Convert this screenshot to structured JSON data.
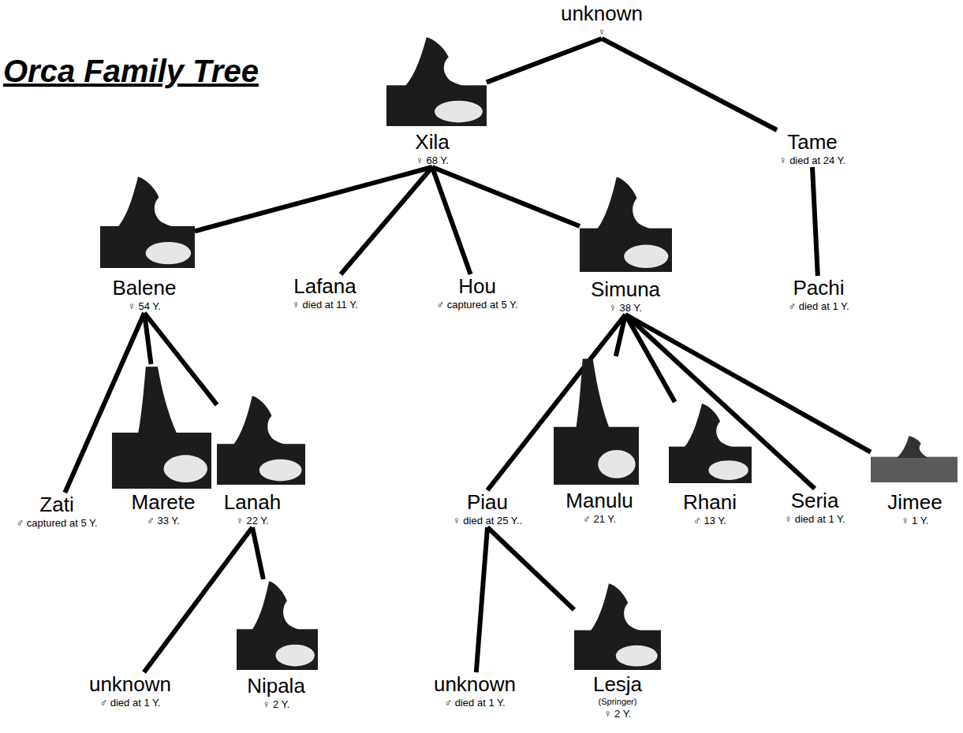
{
  "diagram": {
    "title": "Orca Family Tree",
    "nodes": [
      {
        "text": [
          "unknown",
          "♀"
        ]
      },
      {
        "text": [
          "Xila",
          "♀ 68 Y."
        ]
      },
      {
        "text": [
          "Tame",
          "♀ died at 24 Y."
        ]
      },
      {
        "text": [
          "Balene",
          "♀ 54 Y."
        ]
      },
      {
        "text": [
          "Lafana",
          "♀ died at 11 Y."
        ]
      },
      {
        "text": [
          "Hou",
          "♂ captured at 5 Y."
        ]
      },
      {
        "text": [
          "Simuna",
          "♀ 38 Y."
        ]
      },
      {
        "text": [
          "Pachi",
          "♂ died at 1 Y."
        ]
      },
      {
        "text": [
          "Zati",
          "♂ captured at 5 Y."
        ]
      },
      {
        "text": [
          "Marete",
          "♂ 33 Y."
        ]
      },
      {
        "text": [
          "Lanah",
          "♀ 22 Y."
        ]
      },
      {
        "text": [
          "Piau",
          "♀ died at 25 Y.."
        ]
      },
      {
        "text": [
          "Manulu",
          "♂ 21 Y."
        ]
      },
      {
        "text": [
          "Rhani",
          "♂ 13 Y."
        ]
      },
      {
        "text": [
          "Seria",
          "♀ died at 1 Y."
        ]
      },
      {
        "text": [
          "Jimee",
          "♀ 1 Y."
        ]
      },
      {
        "text": [
          "unknown",
          "♂ died at 1 Y."
        ]
      },
      {
        "text": [
          "Nipala",
          "♀ 2 Y."
        ]
      },
      {
        "text": [
          "unknown",
          "♂ died at 1 Y."
        ]
      },
      {
        "text": [
          "Lesja",
          "(Springer)",
          "♀ 2 Y."
        ]
      }
    ],
    "edges": [
      {
        "from": 0,
        "to": 1,
        "arrow": "none"
      },
      {
        "from": 0,
        "to": 2,
        "arrow": "none"
      },
      {
        "from": 1,
        "to": 3,
        "arrow": "none"
      },
      {
        "from": 1,
        "to": 4,
        "arrow": "none"
      },
      {
        "from": 1,
        "to": 5,
        "arrow": "none"
      },
      {
        "from": 1,
        "to": 6,
        "arrow": "none"
      },
      {
        "from": 2,
        "to": 7,
        "arrow": "none"
      },
      {
        "from": 3,
        "to": 8,
        "arrow": "none"
      },
      {
        "from": 3,
        "to": 9,
        "arrow": "none"
      },
      {
        "from": 3,
        "to": 10,
        "arrow": "none"
      },
      {
        "from": 6,
        "to": 11,
        "arrow": "none"
      },
      {
        "from": 6,
        "to": 12,
        "arrow": "none"
      },
      {
        "from": 6,
        "to": 13,
        "arrow": "none"
      },
      {
        "from": 6,
        "to": 14,
        "arrow": "none"
      },
      {
        "from": 6,
        "to": 15,
        "arrow": "none"
      },
      {
        "from": 10,
        "to": 16,
        "arrow": "none"
      },
      {
        "from": 10,
        "to": 17,
        "arrow": "none"
      },
      {
        "from": 11,
        "to": 18,
        "arrow": "none"
      },
      {
        "from": 11,
        "to": 19,
        "arrow": "none"
      }
    ]
  }
}
